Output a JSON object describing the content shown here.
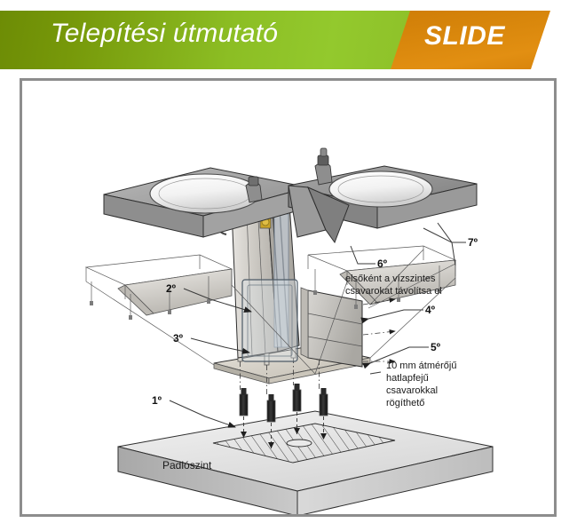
{
  "header": {
    "title": "Telepítési útmutató",
    "slide_label": "SLIDE",
    "green_start": "#6d8c05",
    "green_end": "#93c92d",
    "orange_start": "#cf7d07",
    "orange_end": "#e28f12",
    "text_color": "#ffffff"
  },
  "frame": {
    "border_color": "#8d8d8d"
  },
  "diagram": {
    "type": "exploded-assembly-drawing",
    "subject": "double wash fountain / basin pedestal installation",
    "callouts": [
      {
        "id": "callout-1",
        "label": "1º"
      },
      {
        "id": "callout-2",
        "label": "2º"
      },
      {
        "id": "callout-3",
        "label": "3º"
      },
      {
        "id": "callout-4",
        "label": "4º"
      },
      {
        "id": "callout-5",
        "label": "5º"
      },
      {
        "id": "callout-6",
        "label": "6º"
      },
      {
        "id": "callout-7",
        "label": "7º"
      }
    ],
    "notes": [
      {
        "id": "note-horizontal-screws",
        "lines": [
          "elsőként  a vízszintes",
          "csavarokat távolítsa el"
        ]
      },
      {
        "id": "note-anchor-bolts",
        "lines": [
          "10 mm átmérőjű",
          "hatlapfejű",
          "csavarokkal",
          "rögíthető"
        ]
      }
    ],
    "floor_label": "Padlószint"
  }
}
